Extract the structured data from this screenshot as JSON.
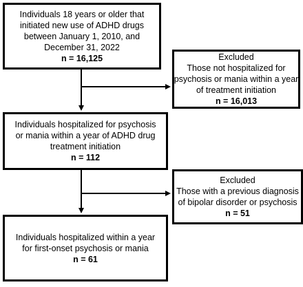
{
  "flowchart": {
    "cohort": {
      "lines": [
        "Individuals 18 years or older that",
        "initiated new use of ADHD drugs",
        "between January 1, 2010, and",
        "December 31, 2022"
      ],
      "count": "n = 16,125"
    },
    "exclusion_1": {
      "heading": "Excluded",
      "lines": [
        "Those not hospitalized for",
        "psychosis or mania within a year",
        "of treatment initiation"
      ],
      "count": "n = 16,013"
    },
    "hospitalized": {
      "lines": [
        "Individuals hospitalized for psychosis",
        "or mania within a year of ADHD drug",
        "treatment initiation"
      ],
      "count": "n = 112"
    },
    "exclusion_2": {
      "heading": "Excluded",
      "lines": [
        "Those with a previous diagnosis",
        "of bipolar disorder or psychosis"
      ],
      "count": "n = 51"
    },
    "final": {
      "lines": [
        "Individuals hospitalized within a year",
        "for first-onset psychosis or mania"
      ],
      "count": "n = 61"
    }
  }
}
